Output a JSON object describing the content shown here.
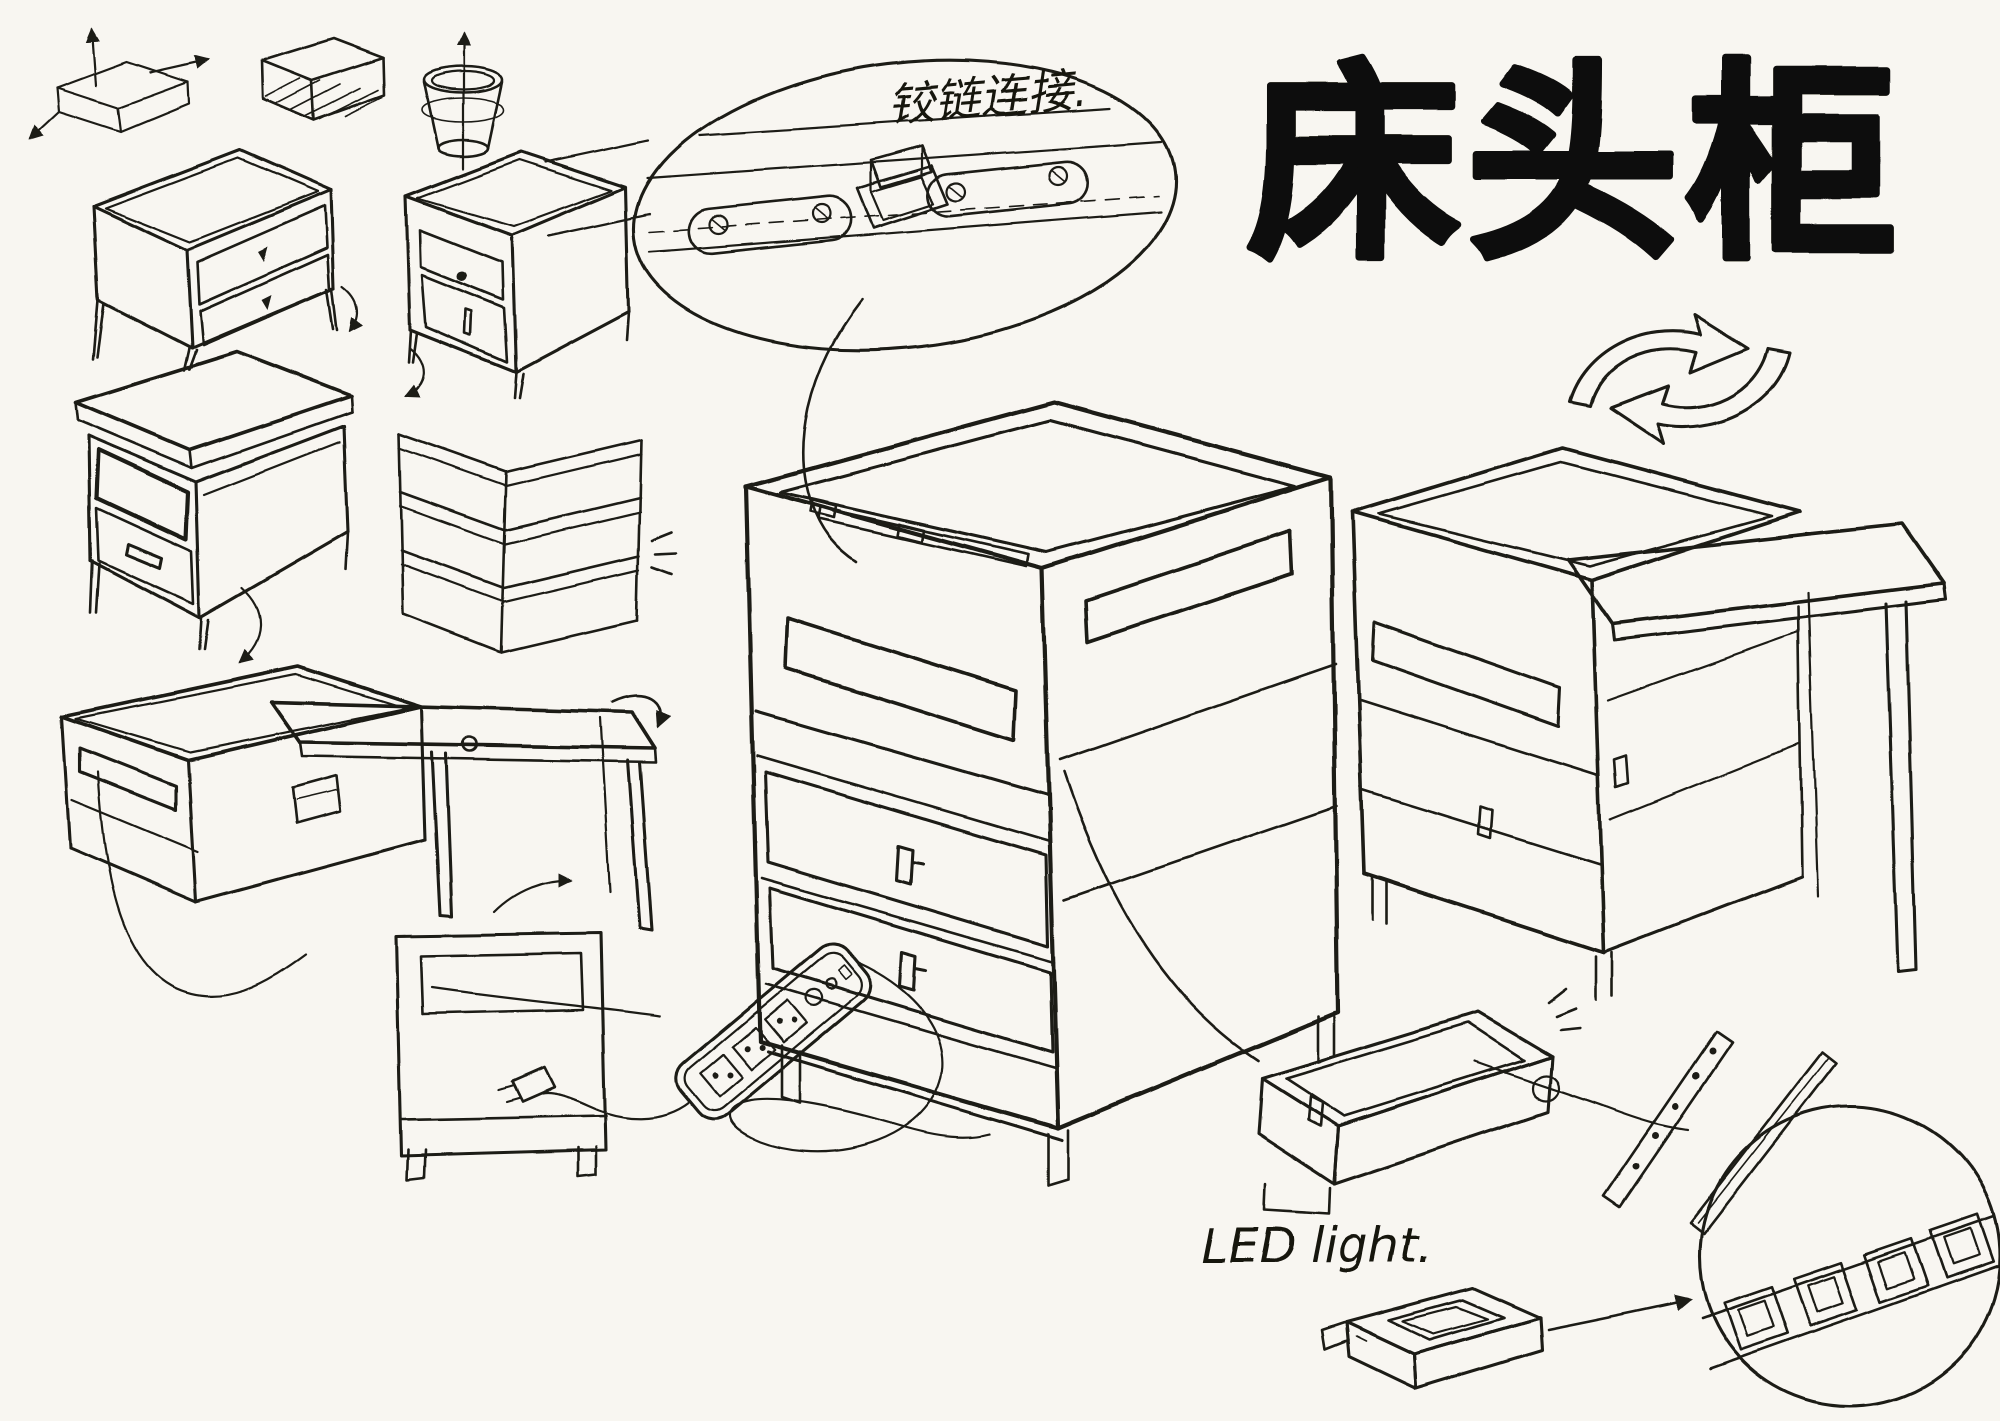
{
  "palette": {
    "paper": "#f8f6f1",
    "ink": "#1d1b18"
  },
  "texts": {
    "title_calligraphy": "床头柜",
    "hinge_annotation": "铰链连接.",
    "led_annotation": "LED light."
  },
  "sketches": [
    {
      "name": "perspective-axes-cube-study"
    },
    {
      "name": "hatched-box-study"
    },
    {
      "name": "cup-axis-study"
    },
    {
      "name": "nightstand-two-drawer-sketch"
    },
    {
      "name": "nightstand-drawer-door-sketch"
    },
    {
      "name": "nightstand-open-shelf-sketch"
    },
    {
      "name": "corner-panel-zigzag-detail"
    },
    {
      "name": "slide-out-desk-sketch"
    },
    {
      "name": "nightstand-front-elevation-sketch"
    },
    {
      "name": "power-strip-sketch"
    },
    {
      "name": "hinge-detail-callout"
    },
    {
      "name": "main-cabinet-perspective-sketch"
    },
    {
      "name": "cabinet-with-slide-table-sketch"
    },
    {
      "name": "swap-rotation-arrows"
    },
    {
      "name": "pulled-out-drawer-sketch"
    },
    {
      "name": "led-strip-sketch"
    },
    {
      "name": "led-module-detail-circle"
    },
    {
      "name": "led-socket-box-sketch"
    }
  ]
}
